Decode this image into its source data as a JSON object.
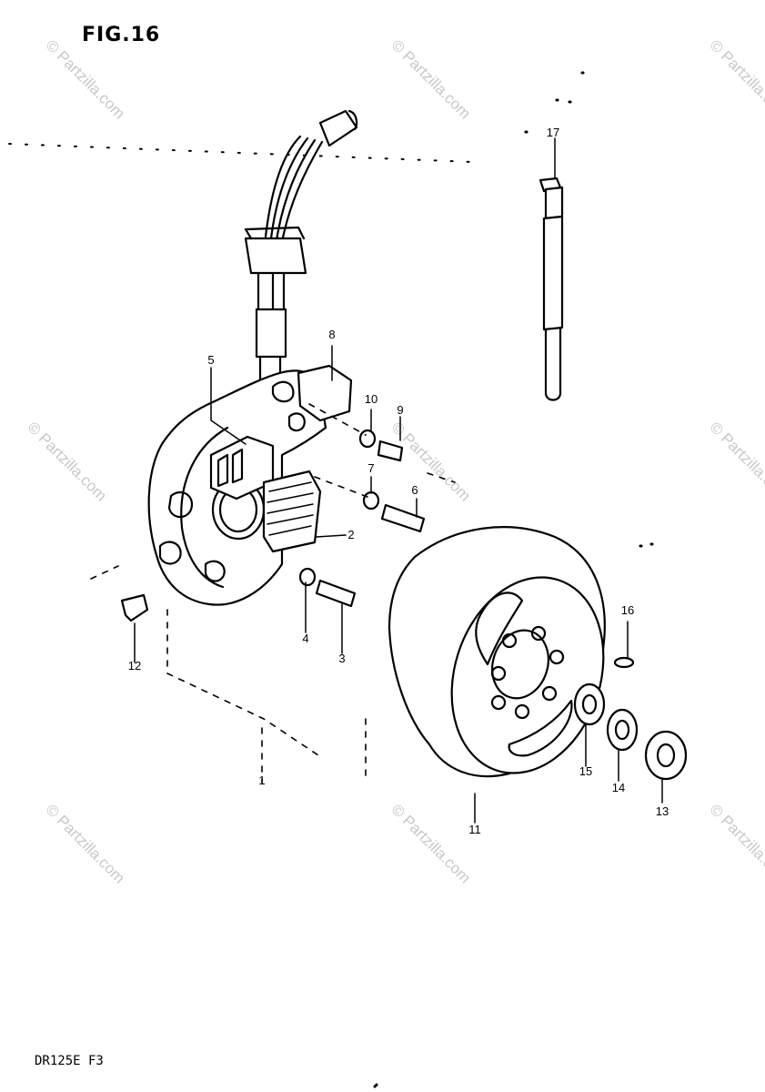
{
  "title": "FIG.16",
  "footer_code": "DR125E  F3",
  "watermark": "© Partzilla.com",
  "parts": [
    {
      "id": "p1",
      "label": "1"
    },
    {
      "id": "p2",
      "label": "2"
    },
    {
      "id": "p3",
      "label": "3"
    },
    {
      "id": "p4",
      "label": "4"
    },
    {
      "id": "p5",
      "label": "5"
    },
    {
      "id": "p6",
      "label": "6"
    },
    {
      "id": "p7",
      "label": "7"
    },
    {
      "id": "p8",
      "label": "8"
    },
    {
      "id": "p9",
      "label": "9"
    },
    {
      "id": "p10",
      "label": "10"
    },
    {
      "id": "p11",
      "label": "11"
    },
    {
      "id": "p12",
      "label": "12"
    },
    {
      "id": "p13",
      "label": "13"
    },
    {
      "id": "p14",
      "label": "14"
    },
    {
      "id": "p15",
      "label": "15"
    },
    {
      "id": "p16",
      "label": "16"
    },
    {
      "id": "p17",
      "label": "17"
    }
  ]
}
